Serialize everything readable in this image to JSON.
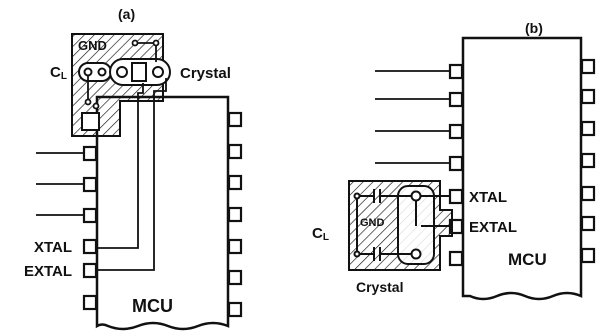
{
  "panel_a": {
    "label": "(a)",
    "gnd_label": "GND",
    "cap_label": "C",
    "cap_subscript": "L",
    "crystal_label": "Crystal",
    "xtal_label": "XTAL",
    "extal_label": "EXTAL",
    "mcu_label": "MCU"
  },
  "panel_b": {
    "label": "(b)",
    "gnd_label": "GND",
    "cap_label": "C",
    "cap_subscript": "L",
    "crystal_label": "Crystal",
    "xtal_label": "XTAL",
    "extal_label": "EXTAL",
    "mcu_label": "MCU"
  }
}
